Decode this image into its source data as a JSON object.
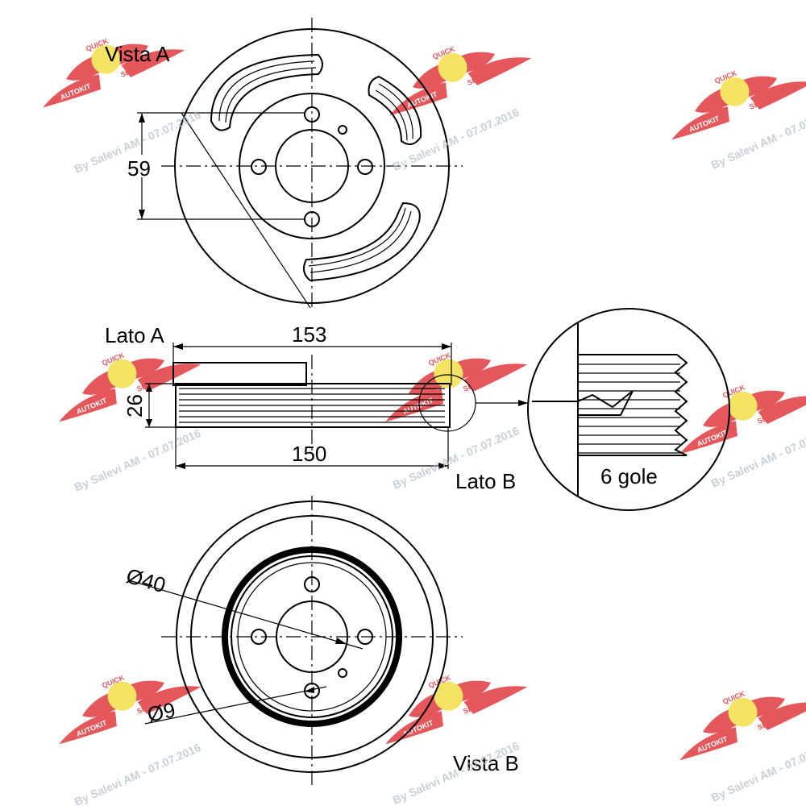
{
  "labels": {
    "vista_a": "Vista A",
    "vista_b": "Vista B",
    "lato_a": "Lato A",
    "lato_b": "Lato B",
    "grooves": "6 gole"
  },
  "dimensions": {
    "bolt_spacing": "59",
    "outer_width": "153",
    "inner_width": "150",
    "height": "26",
    "bore_diameter": "Ø40",
    "hole_diameter": "Ø9"
  },
  "watermark": {
    "text": "By Salevi AM - 07.07.2016",
    "badge_top": "QUICK",
    "badge_bottom": "SERVICE",
    "badge_side": "AUTOKIT",
    "colors": {
      "wing": "#e03a3f",
      "sun": "#f4e04a",
      "text": "#b9c0cc"
    }
  }
}
